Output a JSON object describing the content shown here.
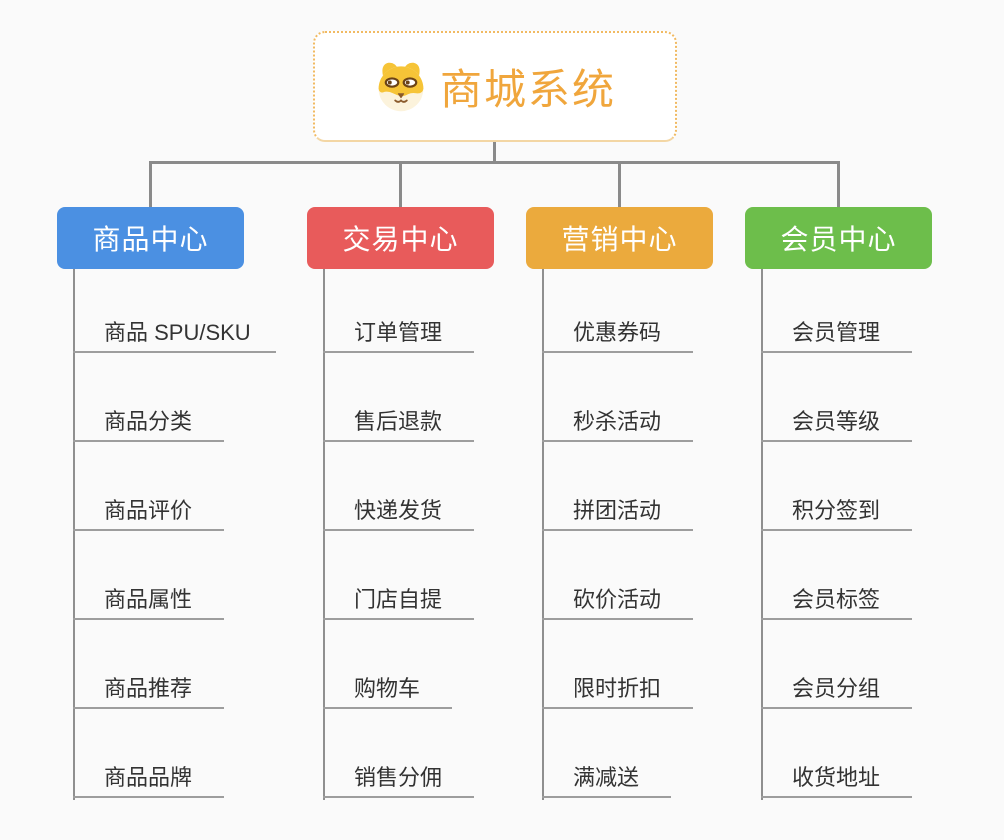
{
  "root": {
    "title": "商城系统",
    "icon": "dog-face-icon"
  },
  "branches": [
    {
      "label": "商品中心",
      "color": "#4B90E2",
      "items": [
        "商品 SPU/SKU",
        "商品分类",
        "商品评价",
        "商品属性",
        "商品推荐",
        "商品品牌"
      ]
    },
    {
      "label": "交易中心",
      "color": "#E85B5B",
      "items": [
        "订单管理",
        "售后退款",
        "快递发货",
        "门店自提",
        "购物车",
        "销售分佣"
      ]
    },
    {
      "label": "营销中心",
      "color": "#EBAA3D",
      "items": [
        "优惠券码",
        "秒杀活动",
        "拼团活动",
        "砍价活动",
        "限时折扣",
        "满减送"
      ]
    },
    {
      "label": "会员中心",
      "color": "#6DBE4B",
      "items": [
        "会员管理",
        "会员等级",
        "积分签到",
        "会员标签",
        "会员分组",
        "收货地址"
      ]
    }
  ],
  "colors": {
    "background": "#FAFAFA",
    "root_title": "#F0A63C",
    "root_border": "#F1BA62",
    "connector": "#8A8A8A",
    "item_text": "#333333",
    "item_underline": "#9D9D9D"
  }
}
